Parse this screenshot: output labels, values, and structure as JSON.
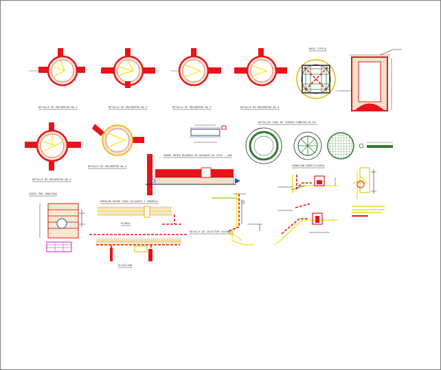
{
  "sheet": {
    "background": "#ffffff",
    "border": "#777777",
    "colors": {
      "pipe": "#e8141a",
      "bedding": "#f7e8cf",
      "axis": "#f2e400",
      "rebar": "#2c7a2c",
      "purple": "#d21ad2"
    }
  },
  "labels": {
    "d1": "DETALLE DE ENCUENTRO No.1",
    "d2": "DETALLE DE ENCUENTRO No.2",
    "d3": "DETALLE DE ENCUENTRO No.3",
    "d4": "DETALLE DE ENCUENTRO No.4",
    "d5": "DETALLE DE ENCUENTRO No.5",
    "d6": "DETALLE DE ENCUENTRO No.6",
    "boca": "BOCA TIPICA",
    "tapa": "DETALLES TAPA DE FIERRO FUNDIDO DE BZ.",
    "tramo": "TRAMO ENTRE BUZONES DE DESAGUE DE CPVC - 200",
    "corte": "CORTE POR CONEXION",
    "colector": "DETALLE DE COLECTOR COLGANTE",
    "empalme": "EMPALME ENTRE TUBO COLGANTE Y TUBERIA",
    "planta": "PLANTA",
    "elevacion": "ELEVACION",
    "conexion": "CONEXION DOMICILIARIA"
  }
}
